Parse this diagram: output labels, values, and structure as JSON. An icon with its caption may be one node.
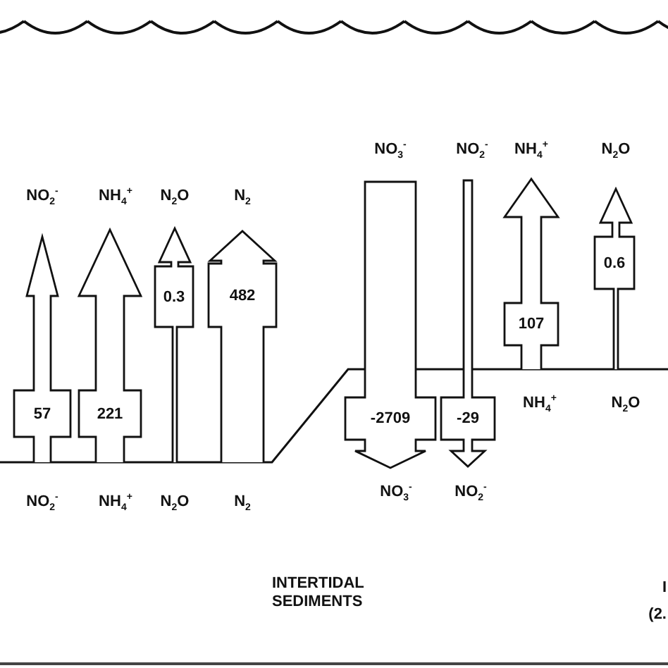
{
  "diagram": {
    "nodes": [
      {
        "text": [
          "57"
        ]
      },
      {
        "text": [
          "221"
        ]
      },
      {
        "text": [
          "0.3"
        ]
      },
      {
        "text": [
          "482"
        ]
      },
      {
        "text": [
          "-2709"
        ]
      },
      {
        "text": [
          "-29"
        ]
      },
      {
        "text": [
          "107"
        ]
      },
      {
        "text": [
          "0.6"
        ]
      }
    ],
    "labels": [
      "NO$_{3}$$^{-}$",
      "NO$_{2}$$^{-}$",
      "NH$_{4}$$^{+}$",
      "N$_{2}$O",
      "NO$_{2}$$^{-}$",
      "NH$_{4}$$^{+}$",
      "N$_{2}$O",
      "N$_{2}$",
      "NH$_{4}$$^{+}$",
      "N$_{2}$O",
      "NO$_{3}$$^{-}$",
      "NO$_{2}$$^{-}$",
      "NO$_{2}$$^{-}$",
      "NH$_{4}$$^{+}$",
      "N$_{2}$O",
      "N$_{2}$",
      "INTERTIDAL SEDIMENTS",
      "I",
      "(2."
    ]
  }
}
